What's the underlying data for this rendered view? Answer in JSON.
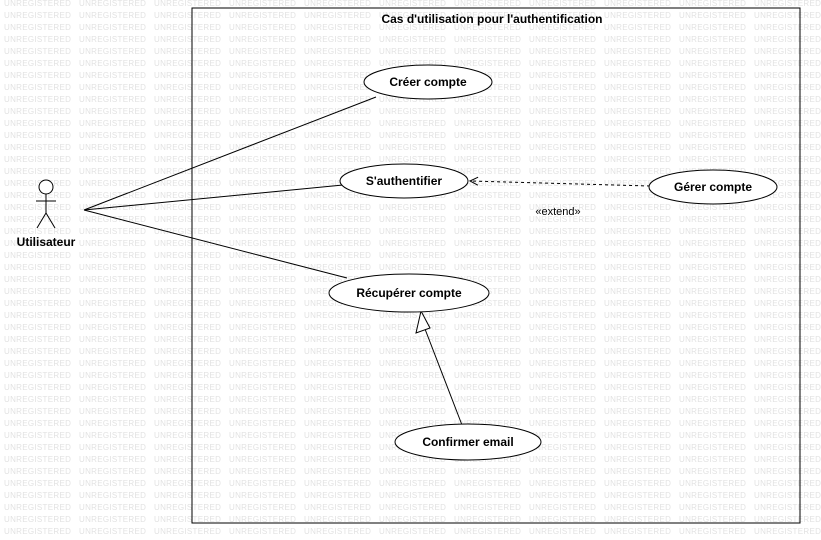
{
  "system": {
    "title": "Cas d'utilisation pour l'authentification"
  },
  "actor": {
    "name": "Utilisateur"
  },
  "use_cases": {
    "creer": "Créer compte",
    "auth": "S'authentifier",
    "gerer": "Gérer compte",
    "recuperer": "Récupérer compte",
    "confirmer": "Confirmer email"
  },
  "relations": {
    "extend_label": "«extend»"
  },
  "watermark": {
    "text": "UNREGISTERED"
  },
  "colors": {
    "line": "#000000",
    "watermark": "#e2e2e2"
  }
}
